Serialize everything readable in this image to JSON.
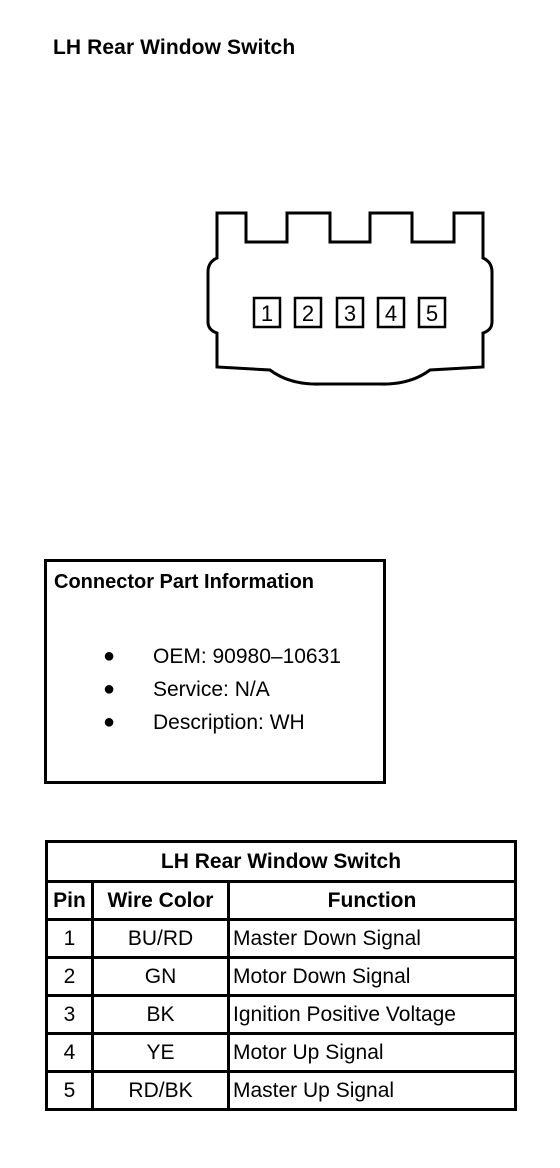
{
  "title": "LH Rear Window Switch",
  "connector": {
    "pins": [
      "1",
      "2",
      "3",
      "4",
      "5"
    ]
  },
  "part_info": {
    "heading": "Connector Part Information",
    "items": [
      "OEM: 90980–10631",
      "Service: N/A",
      "Description: WH"
    ]
  },
  "pin_table": {
    "title": "LH Rear Window Switch",
    "headers": [
      "Pin",
      "Wire Color",
      "Function"
    ],
    "rows": [
      {
        "pin": "1",
        "wire": "BU/RD",
        "function": "Master Down Signal"
      },
      {
        "pin": "2",
        "wire": "GN",
        "function": "Motor Down Signal"
      },
      {
        "pin": "3",
        "wire": "BK",
        "function": "Ignition Positive Voltage"
      },
      {
        "pin": "4",
        "wire": "YE",
        "function": "Motor Up Signal"
      },
      {
        "pin": "5",
        "wire": "RD/BK",
        "function": "Master Up Signal"
      }
    ]
  }
}
